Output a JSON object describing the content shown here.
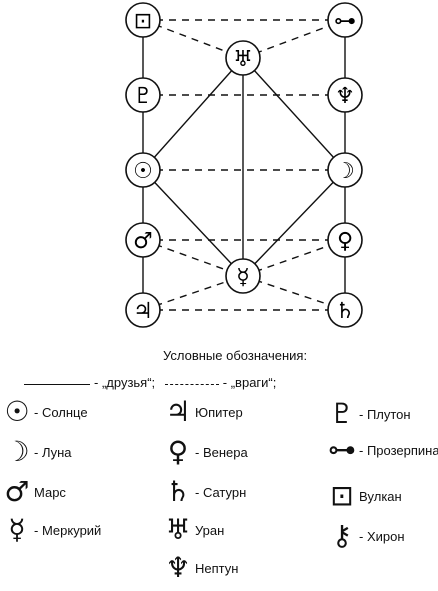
{
  "diagram": {
    "nodes": [
      {
        "id": "vulcan",
        "glyph": "⊡",
        "icon": "vulcan-icon"
      },
      {
        "id": "proserpina",
        "glyph": "⊶",
        "icon": "proserpina-icon"
      },
      {
        "id": "uranus",
        "glyph": "♅",
        "icon": "uranus-icon"
      },
      {
        "id": "pluto",
        "glyph": "♇",
        "icon": "pluto-icon"
      },
      {
        "id": "neptune",
        "glyph": "♆",
        "icon": "neptune-icon"
      },
      {
        "id": "sun",
        "glyph": "☉",
        "icon": "sun-icon"
      },
      {
        "id": "moon",
        "glyph": "☽",
        "icon": "moon-icon"
      },
      {
        "id": "mars",
        "glyph": "♂",
        "icon": "mars-icon"
      },
      {
        "id": "venus",
        "glyph": "♀",
        "icon": "venus-icon"
      },
      {
        "id": "mercury",
        "glyph": "☿",
        "icon": "mercury-icon"
      },
      {
        "id": "jupiter",
        "glyph": "♃",
        "icon": "jupiter-icon"
      },
      {
        "id": "saturn",
        "glyph": "♄",
        "icon": "saturn-icon"
      }
    ],
    "friends": [
      [
        "vulcan",
        "pluto"
      ],
      [
        "pluto",
        "sun"
      ],
      [
        "sun",
        "mars"
      ],
      [
        "mars",
        "jupiter"
      ],
      [
        "proserpina",
        "neptune"
      ],
      [
        "neptune",
        "moon"
      ],
      [
        "moon",
        "venus"
      ],
      [
        "venus",
        "saturn"
      ],
      [
        "uranus",
        "sun"
      ],
      [
        "uranus",
        "moon"
      ],
      [
        "uranus",
        "mercury"
      ],
      [
        "sun",
        "mercury"
      ],
      [
        "moon",
        "mercury"
      ]
    ],
    "enemies": [
      [
        "vulcan",
        "proserpina"
      ],
      [
        "vulcan",
        "uranus"
      ],
      [
        "uranus",
        "proserpina"
      ],
      [
        "pluto",
        "neptune"
      ],
      [
        "sun",
        "moon"
      ],
      [
        "mars",
        "venus"
      ],
      [
        "jupiter",
        "saturn"
      ],
      [
        "mars",
        "mercury"
      ],
      [
        "mercury",
        "venus"
      ],
      [
        "jupiter",
        "mercury"
      ],
      [
        "mercury",
        "saturn"
      ]
    ]
  },
  "legend": {
    "title": "Условные обозначения:",
    "friends_label": "- „друзья“;",
    "enemies_label": "- „враги“;",
    "items": [
      {
        "glyph": "☉",
        "label": "- Солнце",
        "icon": "sun-icon"
      },
      {
        "glyph": "☽",
        "label": "- Луна",
        "icon": "moon-icon"
      },
      {
        "glyph": "♂",
        "label": "Марс",
        "icon": "mars-icon"
      },
      {
        "glyph": "☿",
        "label": "- Меркурий",
        "icon": "mercury-icon"
      },
      {
        "glyph": "♃",
        "label": "Юпитер",
        "icon": "jupiter-icon"
      },
      {
        "glyph": "♀",
        "label": "- Венера",
        "icon": "venus-icon"
      },
      {
        "glyph": "♄",
        "label": "- Сатурн",
        "icon": "saturn-icon"
      },
      {
        "glyph": "♅",
        "label": "Уран",
        "icon": "uranus-icon"
      },
      {
        "glyph": "♆",
        "label": "Нептун",
        "icon": "neptune-icon"
      },
      {
        "glyph": "♇",
        "label": "- Плутон",
        "icon": "pluto-icon"
      },
      {
        "glyph": "⊶",
        "label": "- Прозерпина",
        "icon": "proserpina-icon"
      },
      {
        "glyph": "⊡",
        "label": "Вулкан",
        "icon": "vulcan-icon"
      },
      {
        "glyph": "⚷",
        "label": "- Хирон",
        "icon": "chiron-icon"
      }
    ]
  }
}
